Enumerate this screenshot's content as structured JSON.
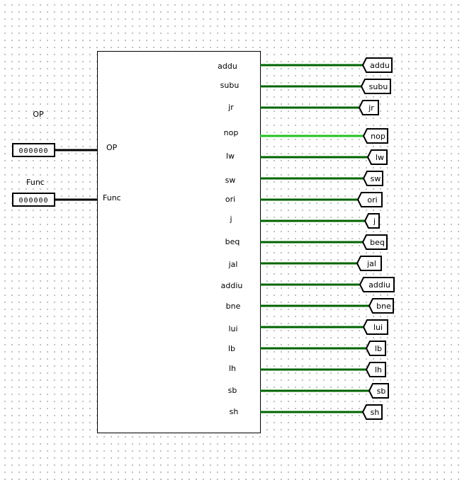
{
  "inputs": [
    {
      "title": "OP",
      "pin_label": "OP",
      "bits": "000000"
    },
    {
      "title": "Func",
      "pin_label": "Func",
      "bits": "000000"
    }
  ],
  "outputs": [
    {
      "label": "addu",
      "tunnel": "addu",
      "active": false
    },
    {
      "label": "subu",
      "tunnel": "subu",
      "active": false
    },
    {
      "label": "jr",
      "tunnel": "jr",
      "active": false
    },
    {
      "label": "nop",
      "tunnel": "nop",
      "active": true
    },
    {
      "label": "lw",
      "tunnel": "lw",
      "active": false
    },
    {
      "label": "sw",
      "tunnel": "sw",
      "active": false
    },
    {
      "label": "ori",
      "tunnel": "ori",
      "active": false
    },
    {
      "label": "j",
      "tunnel": "j",
      "active": false
    },
    {
      "label": "beq",
      "tunnel": "beq",
      "active": false
    },
    {
      "label": "jal",
      "tunnel": "jal",
      "active": false
    },
    {
      "label": "addiu",
      "tunnel": "addiu",
      "active": false
    },
    {
      "label": "bne",
      "tunnel": "bne",
      "active": false
    },
    {
      "label": "lui",
      "tunnel": "lui",
      "active": false
    },
    {
      "label": "lb",
      "tunnel": "lb",
      "active": false
    },
    {
      "label": "lh",
      "tunnel": "lh",
      "active": false
    },
    {
      "label": "sb",
      "tunnel": "sb",
      "active": false
    },
    {
      "label": "sh",
      "tunnel": "sh",
      "active": false
    }
  ],
  "colors": {
    "wire_low": "#006400",
    "wire_high": "#22c322",
    "wire_bus": "#000000",
    "outline": "#000000"
  }
}
